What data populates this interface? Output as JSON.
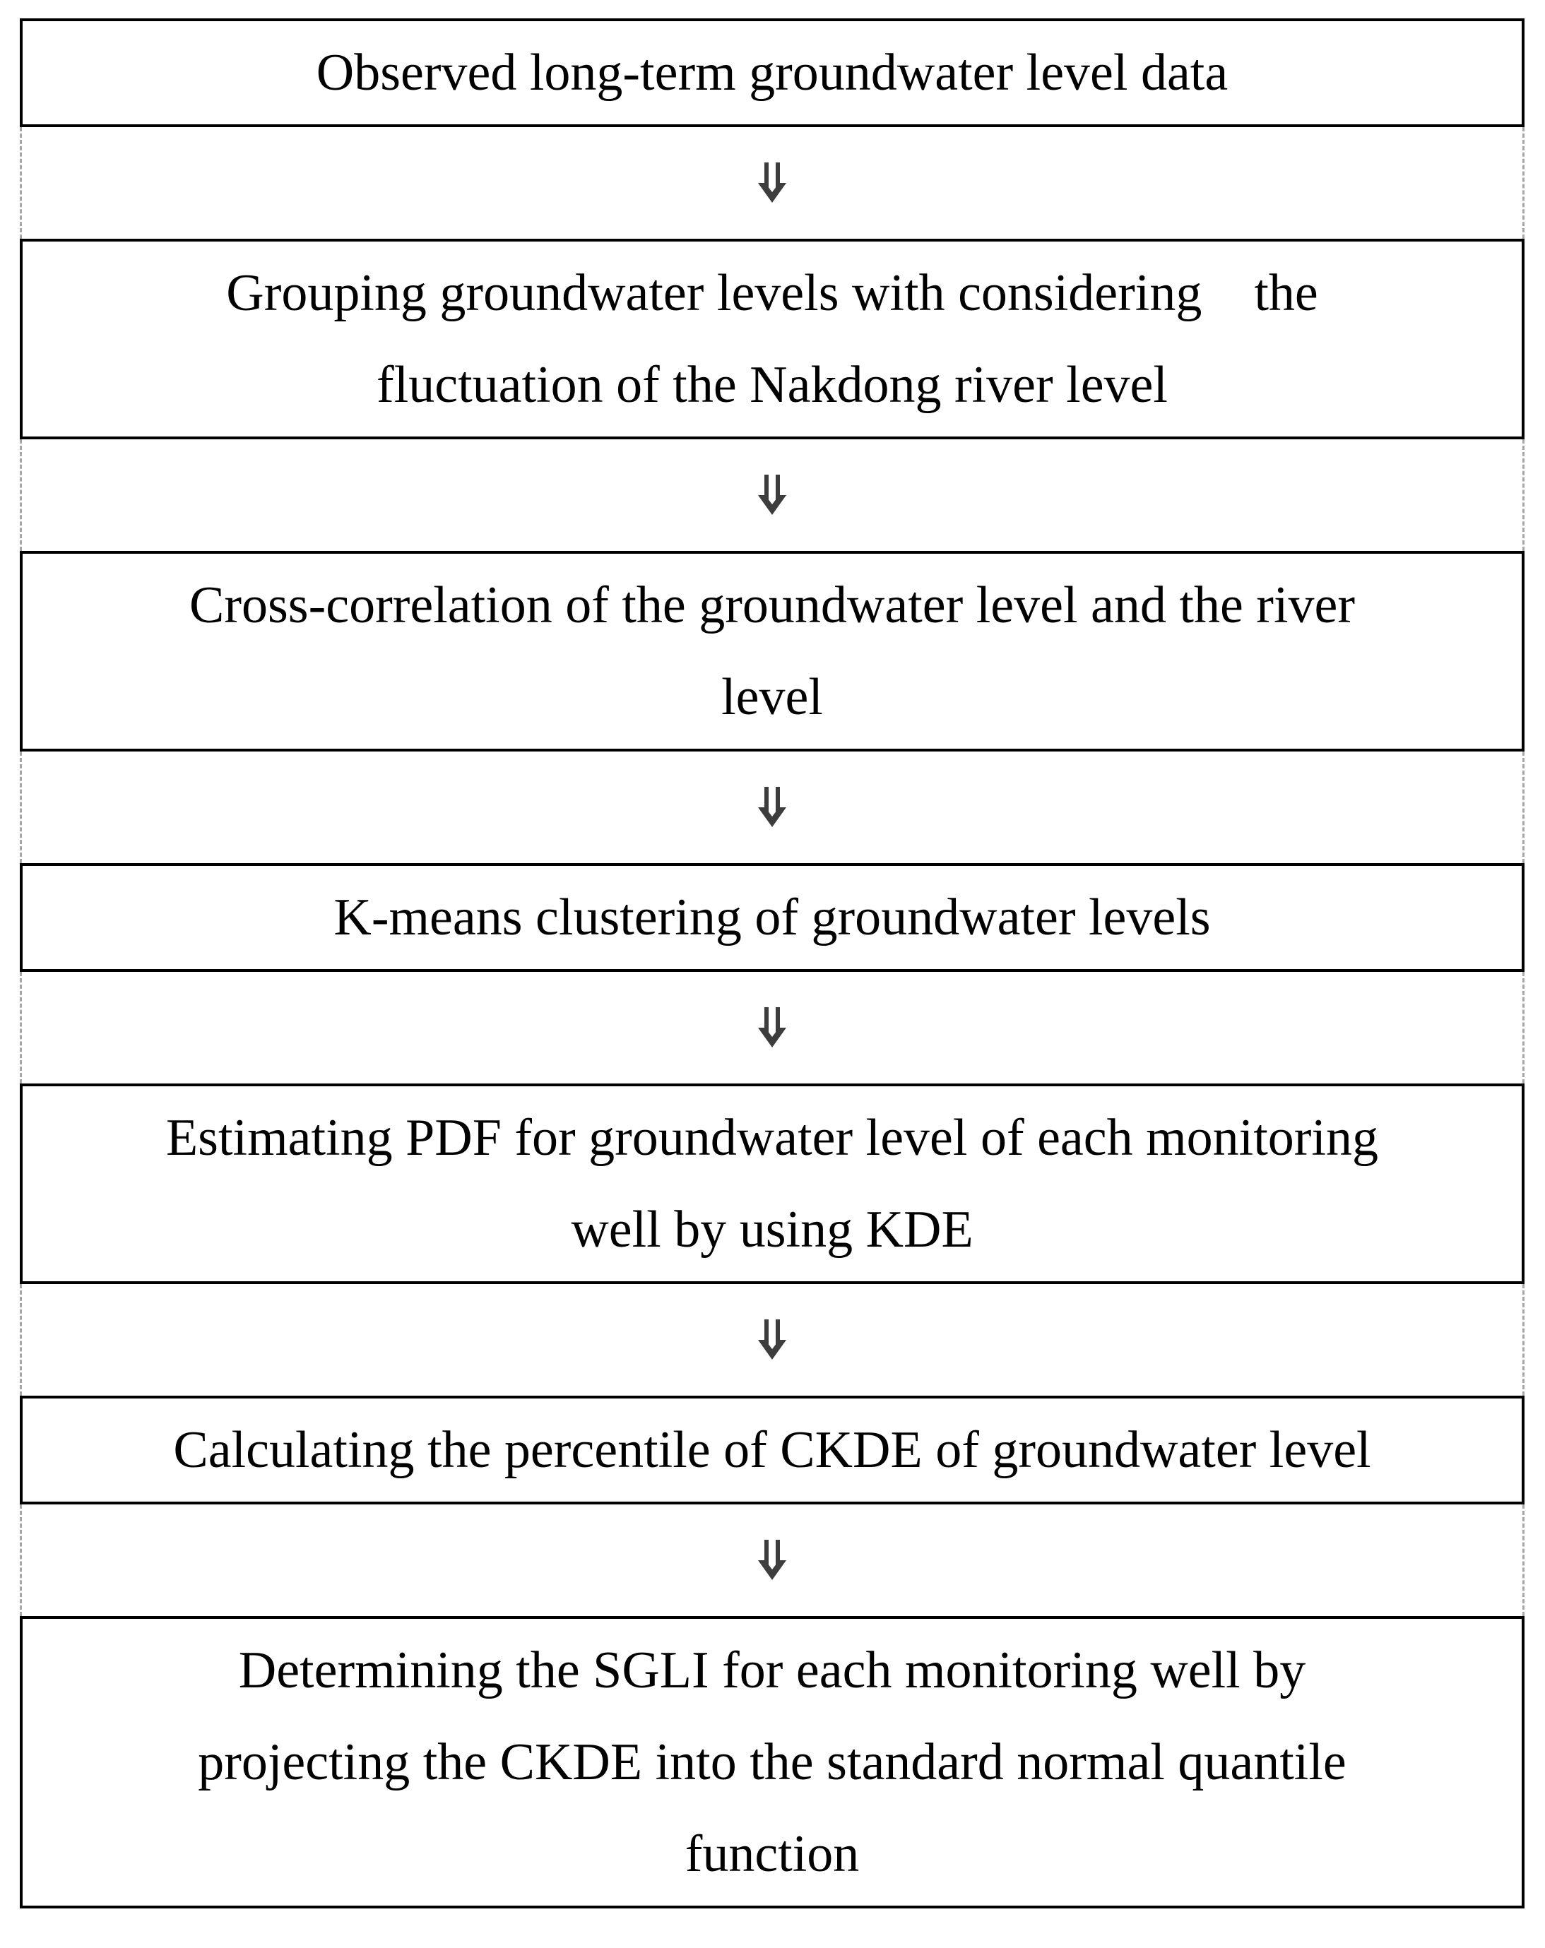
{
  "figure": {
    "type": "flowchart",
    "direction": "top-down",
    "connector": {
      "symbol": "⇓",
      "count": 6,
      "style": "double-line-down-arrow"
    },
    "colors": {
      "box_border": "#000000",
      "box_background": "#ffffff",
      "text": "#000000",
      "connector_dash": "#a6a6a6",
      "arrow": "#3d3d3d",
      "page_background": "#ffffff"
    },
    "steps": [
      {
        "lines": [
          "Observed long-term groundwater level data"
        ]
      },
      {
        "lines": [
          "Grouping groundwater levels with considering    the",
          "fluctuation of the Nakdong river level"
        ]
      },
      {
        "lines": [
          "Cross-correlation of the groundwater level and the river",
          "level"
        ]
      },
      {
        "lines": [
          "K-means clustering of groundwater levels"
        ]
      },
      {
        "lines": [
          "Estimating PDF for groundwater level of each monitoring",
          "well by using KDE"
        ]
      },
      {
        "lines": [
          "Calculating the percentile of CKDE of groundwater level"
        ]
      },
      {
        "lines": [
          "Determining the SGLI for each monitoring well by",
          "projecting the CKDE into the standard normal quantile",
          "function"
        ]
      }
    ]
  }
}
